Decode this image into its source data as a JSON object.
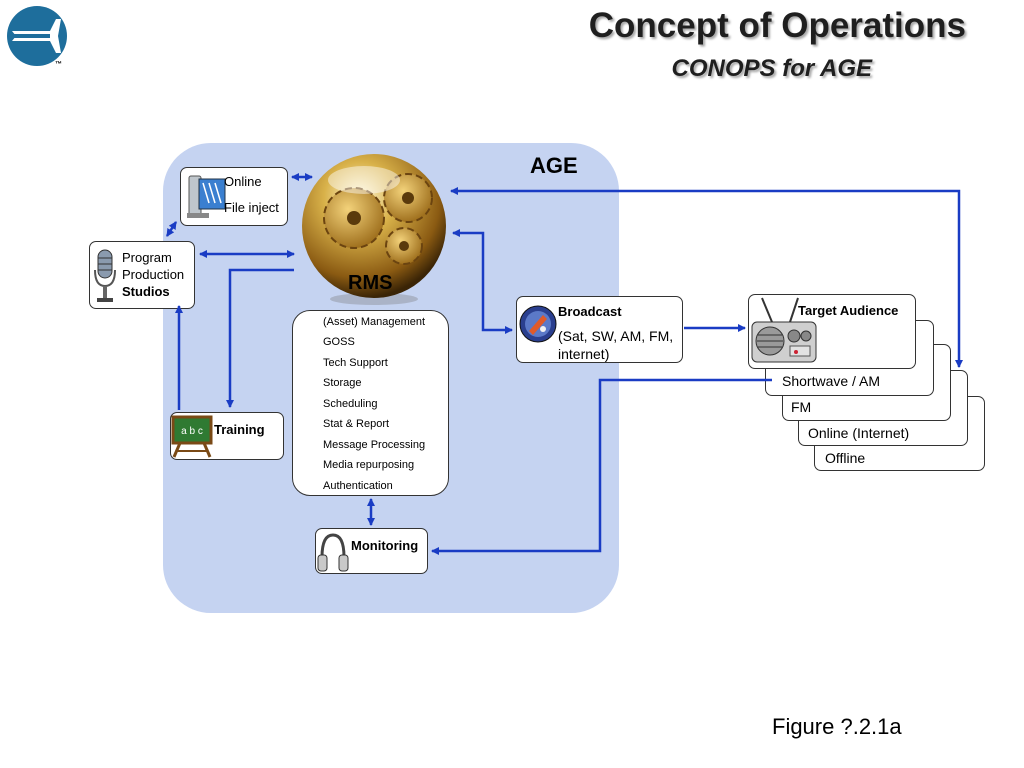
{
  "header": {
    "title": "Concept of Operations",
    "subtitle": "CONOPS for AGE",
    "trademark": "™"
  },
  "diagram": {
    "region_label": "AGE",
    "rms": {
      "label": "RMS",
      "functions": [
        "(Asset) Management",
        "GOSS",
        "Tech Support",
        "Storage",
        "Scheduling",
        "Stat & Report",
        "Message Processing",
        "Media repurposing",
        "Authentication"
      ]
    },
    "online_inject": {
      "line1": "Online",
      "line2": "File inject"
    },
    "studios": {
      "line1": "Program",
      "line2": "Production",
      "line3": "Studios"
    },
    "training": {
      "label": "Training",
      "board_text": "a b c"
    },
    "monitoring": {
      "label": "Monitoring"
    },
    "broadcast": {
      "title": "Broadcast",
      "detail_line1": "(Sat, SW, AM, FM,",
      "detail_line2": "internet)"
    },
    "target_audience": {
      "title": "Target Audience",
      "channels": [
        "Shortwave / AM",
        "FM",
        "Online (Internet)",
        "Offline"
      ]
    },
    "colors": {
      "arrow": "#1a3cc4",
      "region": "#c5d3f1",
      "logo": "#1e6e9c"
    }
  },
  "footer": {
    "figure_label": "Figure ?.2.1a"
  }
}
